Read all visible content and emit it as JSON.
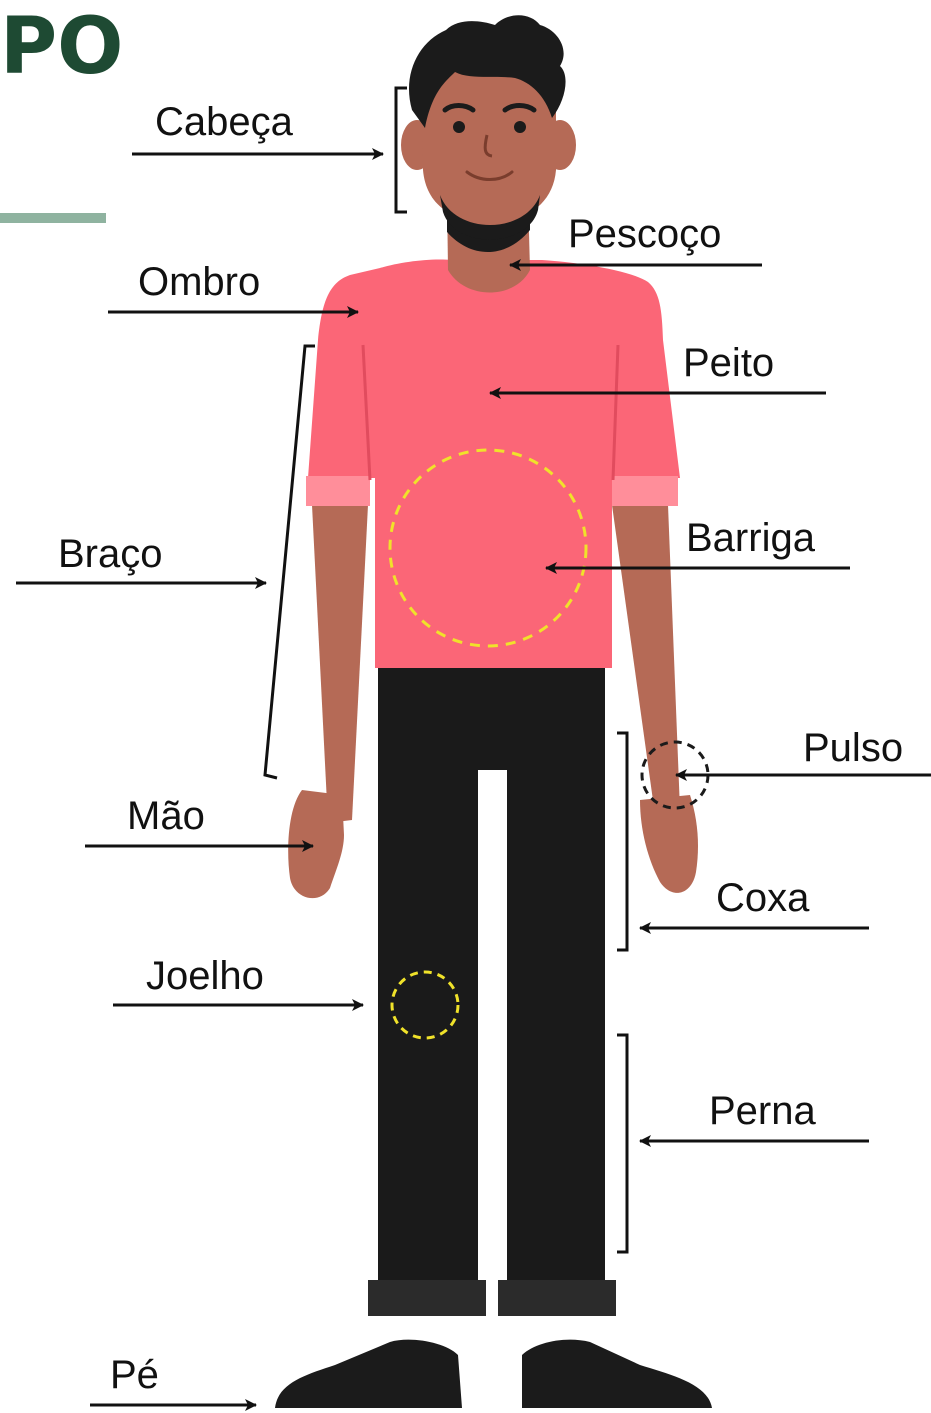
{
  "title_fragment": "PO",
  "labels": {
    "cabeca": "Cabeça",
    "pescoco": "Pescoço",
    "ombro": "Ombro",
    "peito": "Peito",
    "braco": "Braço",
    "barriga": "Barriga",
    "pulso": "Pulso",
    "mao": "Mão",
    "coxa": "Coxa",
    "joelho": "Joelho",
    "perna": "Perna",
    "pe": "Pé"
  },
  "colors": {
    "title": "#1e4a33",
    "accent_bar": "#8fb3a0",
    "skin": "#b56a56",
    "skin_dark": "#9e5a47",
    "shirt": "#fb6677",
    "shirt_cuff": "#ff8e9a",
    "pants": "#1a1a1a",
    "hair": "#1b1b1b",
    "marker_yellow": "#f0e22a",
    "arrow": "#111111"
  }
}
